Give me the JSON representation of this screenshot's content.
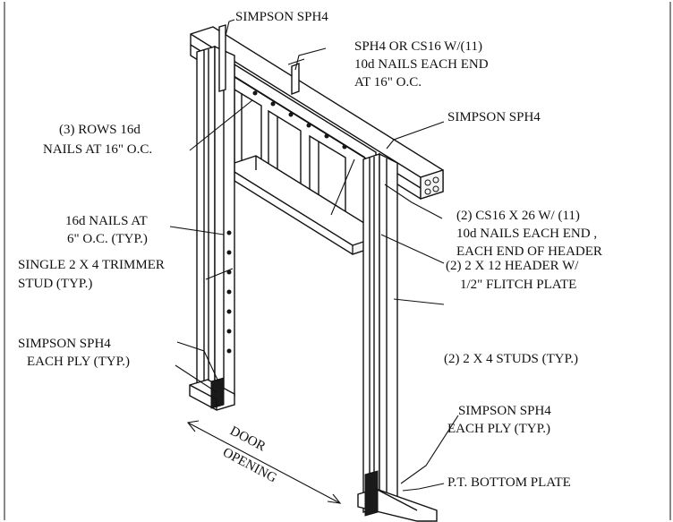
{
  "labels": {
    "sph4_top": "SIMPSON SPH4",
    "sph4_or_cs16_l1": "SPH4 OR CS16 W/(11)",
    "sph4_or_cs16_l2": "10d NAILS EACH END",
    "sph4_or_cs16_l3": "AT 16\" O.C.",
    "rows_nails_l1": "(3) ROWS 16d",
    "rows_nails_l2": "NAILS AT 16\" O.C.",
    "sph4_right": "SIMPSON SPH4",
    "nails_6oc_l1": "16d NAILS AT",
    "nails_6oc_l2": "6\" O.C. (TYP.)",
    "cs16_l1": "(2) CS16 X 26 W/ (11)",
    "cs16_l2": "10d NAILS EACH END ,",
    "cs16_l3": "EACH END OF HEADER",
    "trimmer_l1": "SINGLE 2 X 4 TRIMMER",
    "trimmer_l2": "STUD (TYP.)",
    "header_l1": "(2) 2 X 12 HEADER W/",
    "header_l2": "1/2\" FLITCH PLATE",
    "sph4_left_l1": "SIMPSON SPH4",
    "sph4_left_l2": "EACH PLY (TYP.)",
    "studs": "(2) 2 X 4 STUDS (TYP.)",
    "sph4_bottom_l1": "SIMPSON SPH4",
    "sph4_bottom_l2": "EACH PLY (TYP.)",
    "door_l1": "DOOR",
    "door_l2": "OPENING",
    "bottom_plate": "P.T. BOTTOM  PLATE"
  }
}
